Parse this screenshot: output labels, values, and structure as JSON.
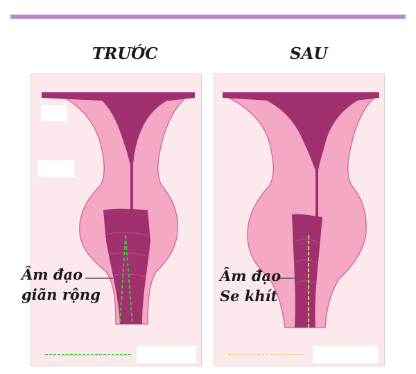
{
  "headings": {
    "before": "TRƯỚC",
    "after": "SAU"
  },
  "before_label": {
    "line1": "Âm đạo",
    "line2": "giãn rộng"
  },
  "after_label": {
    "line1": "Âm đạo",
    "line2": "Se khít"
  },
  "colors": {
    "top_bar": "#b88ac8",
    "tissue": "#f4a8c6",
    "tissue_outline": "#d56f99",
    "canal": "#a0306e",
    "panel_bg": "#fbe9ec",
    "before_marker": "#39c83c",
    "after_marker": "#e8dd8c"
  }
}
